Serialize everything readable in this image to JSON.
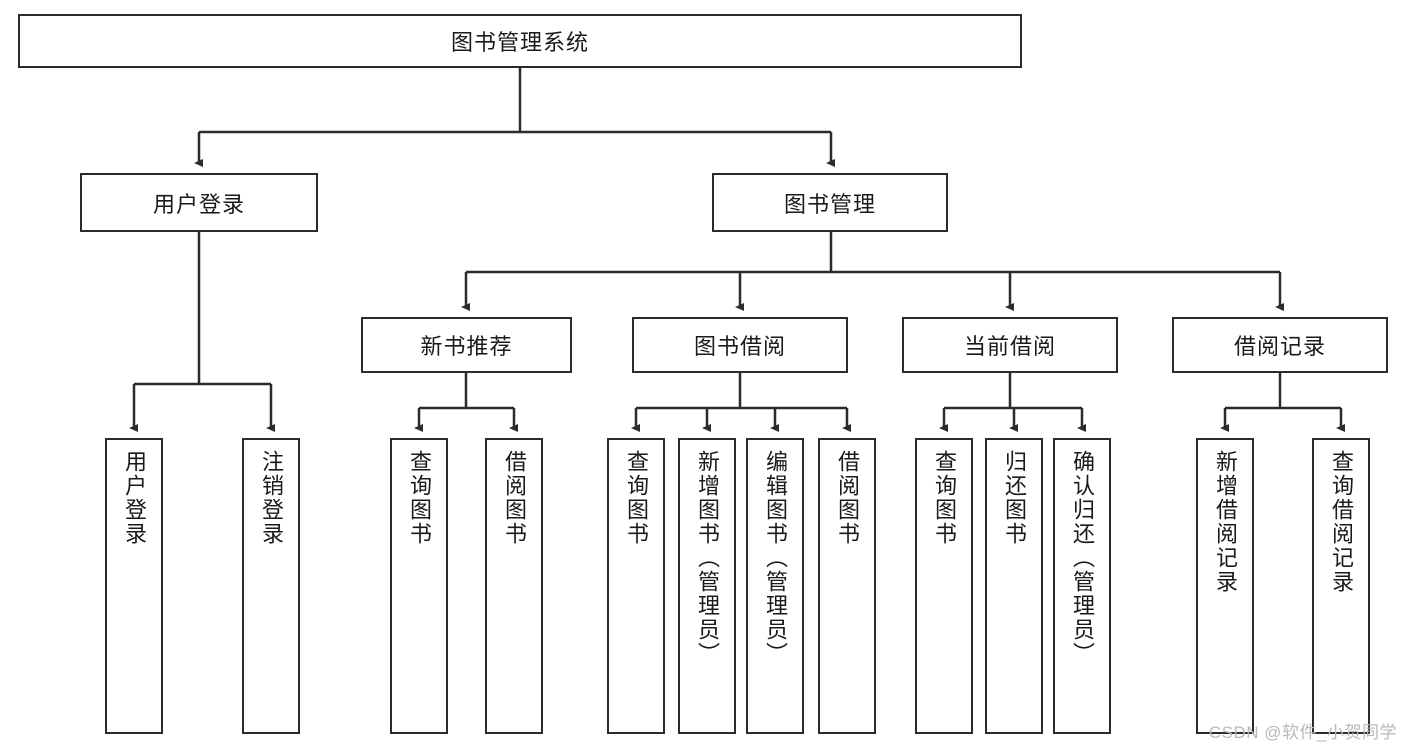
{
  "diagram": {
    "title": "图书管理系统",
    "watermark": "CSDN @软件_小贺同学",
    "colors": {
      "border": "#2b2b2b",
      "background": "#ffffff",
      "text": "#1a1a1a",
      "edge": "#2b2b2b",
      "watermark": "#b9b9b9"
    },
    "root": {
      "label": "图书管理系统"
    },
    "level2": [
      {
        "label": "用户登录"
      },
      {
        "label": "图书管理"
      }
    ],
    "level3": [
      {
        "label": "新书推荐"
      },
      {
        "label": "图书借阅"
      },
      {
        "label": "当前借阅"
      },
      {
        "label": "借阅记录"
      }
    ],
    "leaves": {
      "user_login": [
        {
          "label": "用户登录"
        },
        {
          "label": "注销登录"
        }
      ],
      "new_book_recommend": [
        {
          "label": "查询图书"
        },
        {
          "label": "借阅图书"
        }
      ],
      "book_borrow": [
        {
          "label": "查询图书"
        },
        {
          "label": "新增图书（管理员）"
        },
        {
          "label": "编辑图书（管理员）"
        },
        {
          "label": "借阅图书"
        }
      ],
      "current_borrow": [
        {
          "label": "查询图书"
        },
        {
          "label": "归还图书"
        },
        {
          "label": "确认归还（管理员）"
        }
      ],
      "borrow_record": [
        {
          "label": "新增借阅记录"
        },
        {
          "label": "查询借阅记录"
        }
      ]
    }
  }
}
